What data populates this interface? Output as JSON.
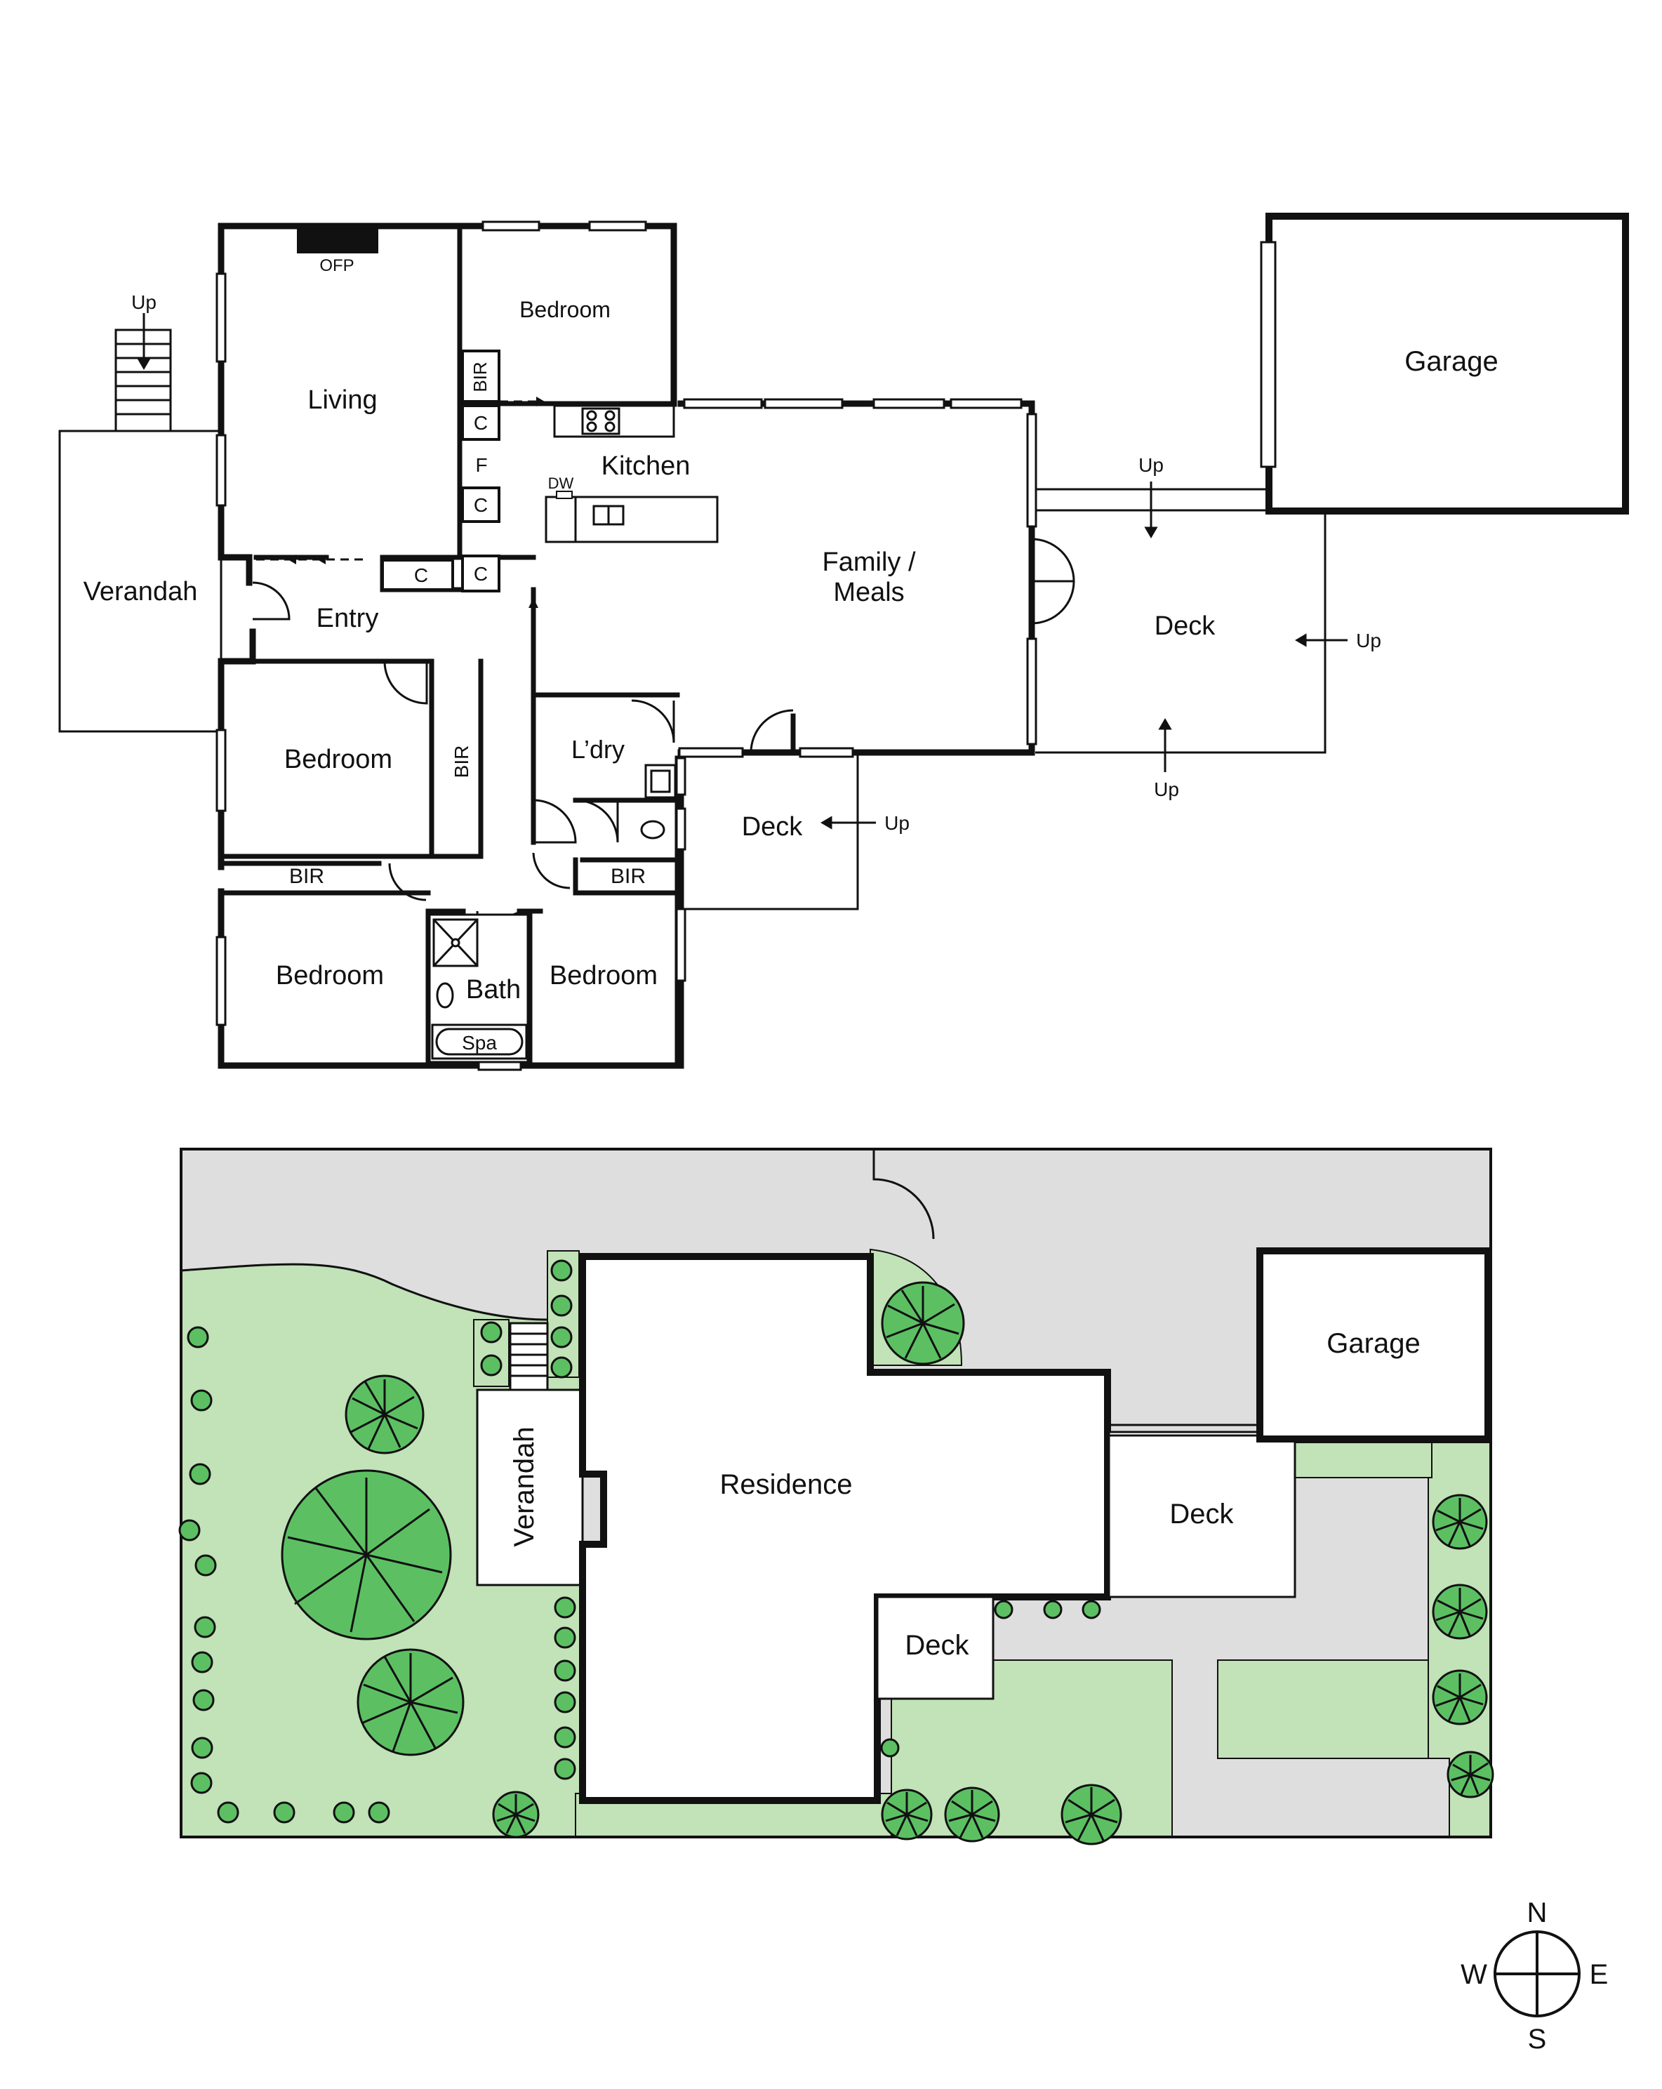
{
  "floor_plan": {
    "rooms": {
      "living": "Living",
      "ofp": "OFP",
      "bedroom_top": "Bedroom",
      "bir_vertical_top": "BIR",
      "c1": "C",
      "f": "F",
      "c2": "C",
      "c3": "C",
      "c4": "C",
      "dw": "DW",
      "kitchen": "Kitchen",
      "family_meals_1": "Family /",
      "family_meals_2": "Meals",
      "verandah": "Verandah",
      "entry": "Entry",
      "bedroom_mid": "Bedroom",
      "bir_vertical_mid": "BIR",
      "laundry": "L’dry",
      "deck_small": "Deck",
      "deck_large": "Deck",
      "bir_left": "BIR",
      "bir_right": "BIR",
      "bedroom_bl": "Bedroom",
      "bath": "Bath",
      "bedroom_br": "Bedroom",
      "spa": "Spa",
      "garage": "Garage"
    },
    "stairs": {
      "up_verandah": "Up",
      "up_garage": "Up",
      "up_deck_right": "Up",
      "up_deck_bottom": "Up",
      "up_small_deck": "Up"
    }
  },
  "site_plan": {
    "residence": "Residence",
    "verandah": "Verandah",
    "deck_large": "Deck",
    "deck_small": "Deck",
    "garage": "Garage",
    "colors": {
      "driveway": "#dedede",
      "lawn": "#c2e2b8",
      "tree": "#5cc063",
      "wall": "#111111"
    }
  },
  "compass": {
    "n": "N",
    "e": "E",
    "s": "S",
    "w": "W"
  }
}
